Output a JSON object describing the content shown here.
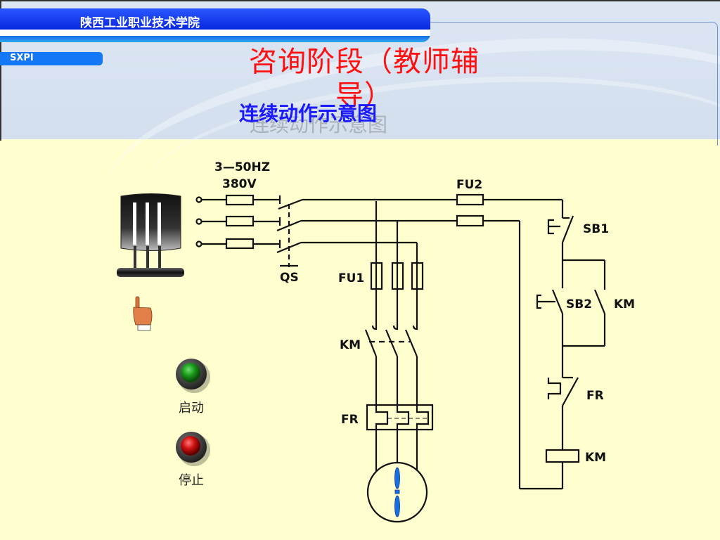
{
  "header": {
    "school_name": "陕西工业职业技术学院",
    "school_abbr": "SXPI",
    "title": "咨询阶段（教师辅导）",
    "subtitle": "连续动作示意图"
  },
  "diagram": {
    "supply_label_line1": "3—50HZ",
    "supply_label_line2": "380V",
    "labels": {
      "qs": "QS",
      "fu1": "FU1",
      "fu2": "FU2",
      "km_main": "KM",
      "fr_main": "FR",
      "sb1": "SB1",
      "sb2": "SB2",
      "km_aux": "KM",
      "fr_ctrl": "FR",
      "km_coil": "KM"
    }
  },
  "controls": {
    "start_label": "启动",
    "stop_label": "停止",
    "start_color": "#1a9a1a",
    "stop_color": "#d01010"
  },
  "colors": {
    "background": "#fefece",
    "title": "#ff1111",
    "subtitle": "#1a1aff",
    "fan": "#1a6fe0"
  }
}
